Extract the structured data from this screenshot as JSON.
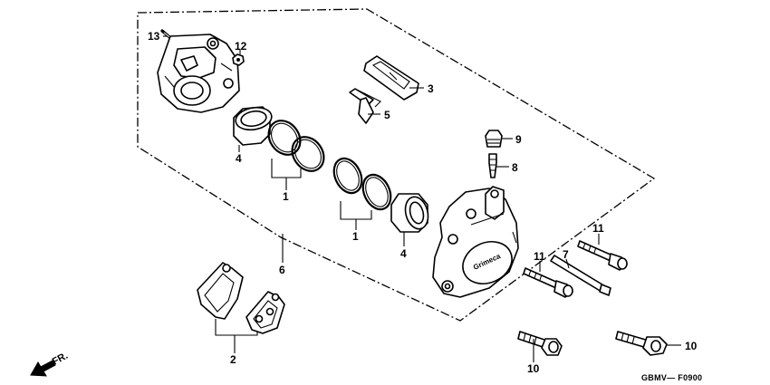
{
  "diagram": {
    "callouts": {
      "p1_left": "1",
      "p1_right": "1",
      "p2": "2",
      "p3": "3",
      "p4_left": "4",
      "p4_right": "4",
      "p5": "5",
      "p6": "6",
      "p7": "7",
      "p8": "8",
      "p9": "9",
      "p10_left": "10",
      "p10_right": "10",
      "p11_left": "11",
      "p11_right": "11",
      "p12": "12",
      "p13": "13"
    },
    "front_marker": "FR.",
    "brand_mark": "Grimeca",
    "drawing_code": "GBMV— F0900"
  }
}
